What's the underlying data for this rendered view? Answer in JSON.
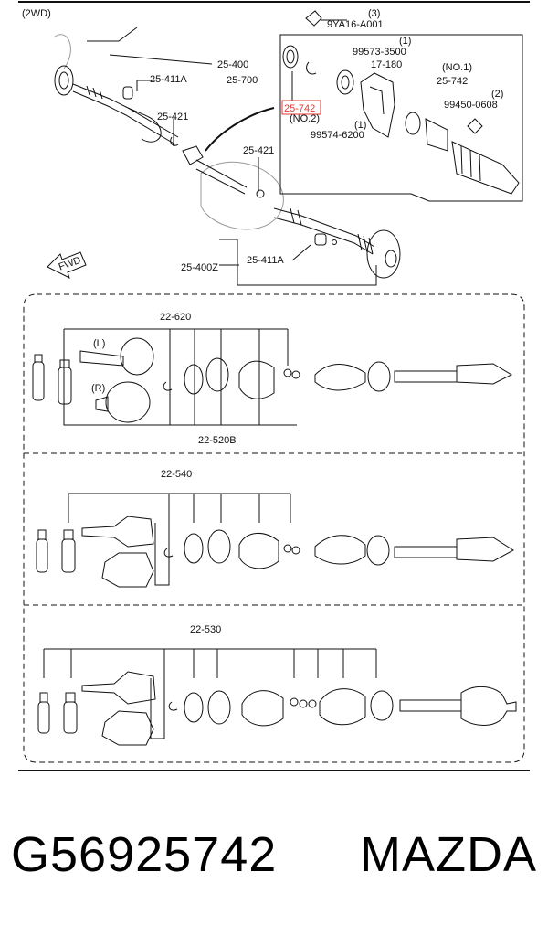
{
  "header": {
    "variant": "(2WD)"
  },
  "callouts": {
    "bolt": {
      "qty": "(3)",
      "code": "9YA16-A001"
    },
    "shaft_assy": "25-400",
    "shaft_assy_z": "25-400Z",
    "dust_cover_a": "25-411A",
    "dust_cover_b": "25-411A",
    "clip_a": "25-421",
    "clip_b": "25-421",
    "joint_shaft": "25-700",
    "snap_ring": {
      "qty": "(1)",
      "code": "99573-3500"
    },
    "bearing": "17-180",
    "seal_no1": {
      "note": "(NO.1)",
      "code": "25-742"
    },
    "seal_no2": {
      "code": "25-742",
      "note": "(NO.2)"
    },
    "bolt2": {
      "qty": "(2)",
      "code": "99450-0608"
    },
    "snap_ring2": {
      "qty": "(1)",
      "code": "99574-6200"
    },
    "fwd": "FWD"
  },
  "kits": [
    {
      "label": "22-620",
      "sub_label": "22-520B",
      "left_tag": "(L)",
      "right_tag": "(R)"
    },
    {
      "label": "22-540"
    },
    {
      "label": "22-530"
    }
  ],
  "colors": {
    "highlight": "#e53935",
    "line": "#111111"
  },
  "footer": {
    "part_number": "G56925742",
    "brand": "MAZDA"
  }
}
